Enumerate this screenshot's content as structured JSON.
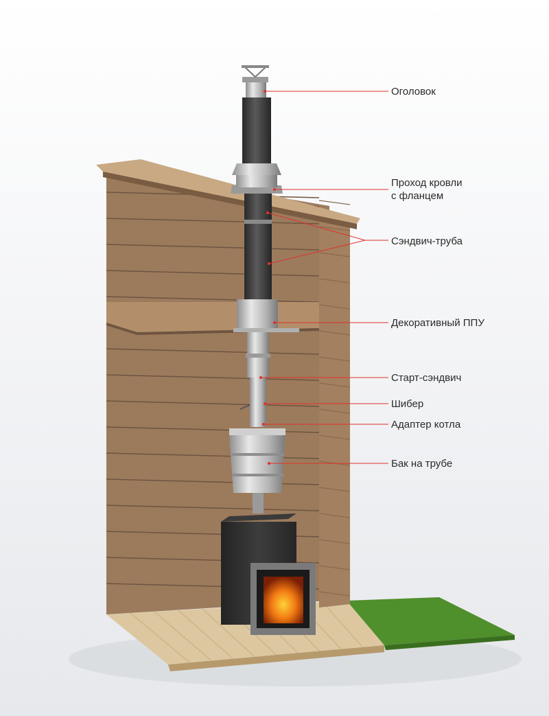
{
  "labels": [
    {
      "key": "head",
      "text": "Оголовок"
    },
    {
      "key": "roof_pass_1",
      "text": "Проход кровли"
    },
    {
      "key": "roof_pass_2",
      "text": "с фланцем"
    },
    {
      "key": "sandwich",
      "text": "Сэндвич-труба"
    },
    {
      "key": "ppu",
      "text": "Декоративный ППУ"
    },
    {
      "key": "start",
      "text": "Старт-сэндвич"
    },
    {
      "key": "damper",
      "text": "Шибер"
    },
    {
      "key": "adapter",
      "text": "Адаптер котла"
    },
    {
      "key": "tank",
      "text": "Бак на трубе"
    }
  ],
  "colors": {
    "background": "#f4f5f7",
    "wood_front": "#9c7b5d",
    "wood_inner": "#7f6148",
    "wood_plank_line": "#6d5440",
    "floor": "#d9c49e",
    "grass": "#4f8f2c",
    "pipe_dark": "#3c3c3c",
    "steel": "#bfbfbf",
    "stove": "#2f2f2f",
    "fire": "#e8620f",
    "leader_line": "#e0302c"
  }
}
